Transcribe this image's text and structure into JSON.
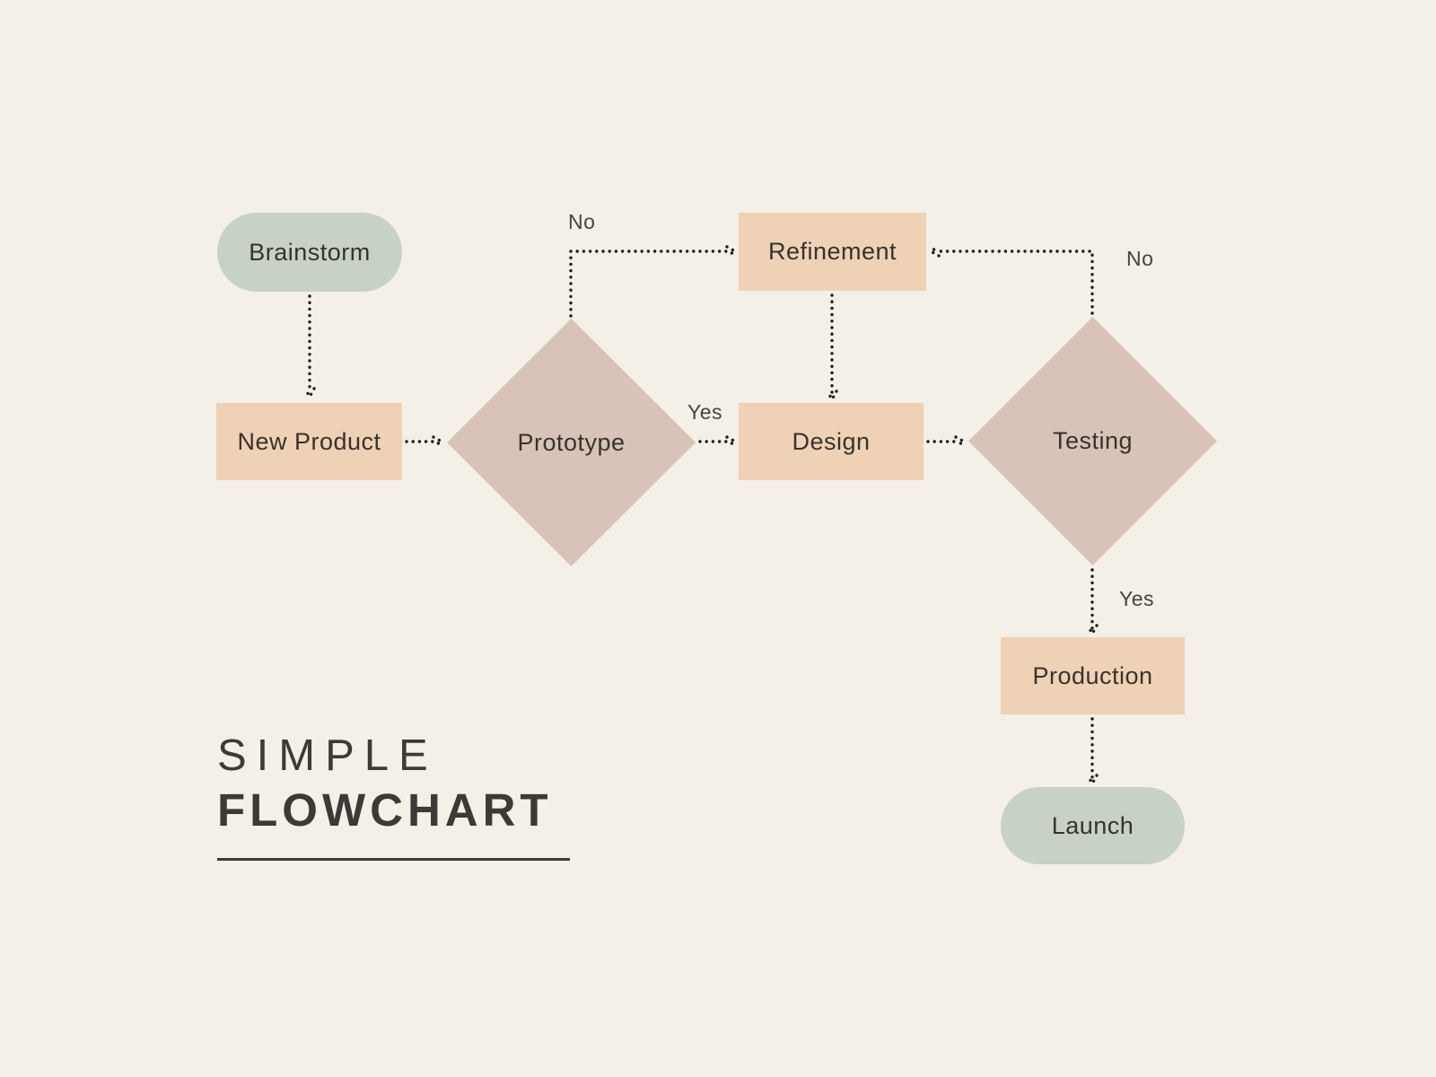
{
  "title": {
    "line1": "SIMPLE",
    "line2": "FLOWCHART"
  },
  "nodes": {
    "brainstorm": {
      "label": "Brainstorm",
      "type": "terminator"
    },
    "new_product": {
      "label": "New Product",
      "type": "process"
    },
    "prototype": {
      "label": "Prototype",
      "type": "decision"
    },
    "refinement": {
      "label": "Refinement",
      "type": "process"
    },
    "design": {
      "label": "Design",
      "type": "process"
    },
    "testing": {
      "label": "Testing",
      "type": "decision"
    },
    "production": {
      "label": "Production",
      "type": "process"
    },
    "launch": {
      "label": "Launch",
      "type": "terminator"
    }
  },
  "edge_labels": {
    "prototype_no": "No",
    "prototype_yes": "Yes",
    "testing_no": "No",
    "testing_yes": "Yes"
  },
  "flow": [
    "Brainstorm -> New Product",
    "New Product -> Prototype",
    "Prototype -No-> Refinement",
    "Prototype -Yes-> Design",
    "Refinement -> Design",
    "Design -> Testing",
    "Testing -No-> Refinement",
    "Testing -Yes-> Production",
    "Production -> Launch"
  ],
  "colors": {
    "background": "#f4efe7",
    "terminator": "#c8d1c5",
    "process": "#efd1b5",
    "decision": "#d9c3b8",
    "node_text": "#38322d",
    "label_text": "#45443f",
    "title_text": "#3b3a36",
    "connector": "#1c1c1c"
  }
}
